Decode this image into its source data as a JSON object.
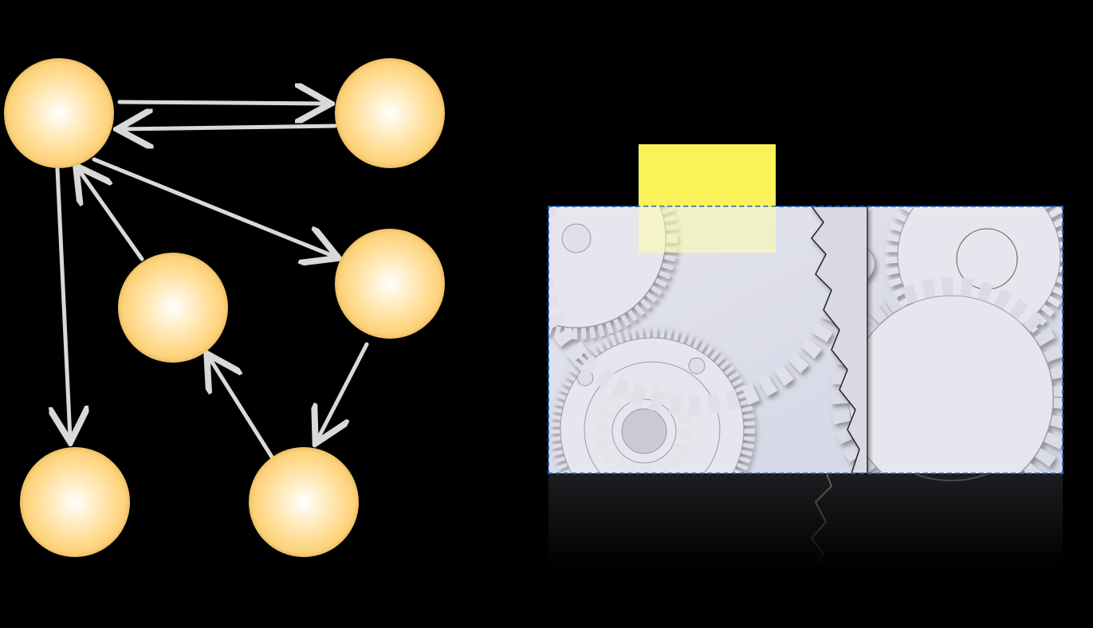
{
  "colors": {
    "background": "#000000",
    "node_fill": "#f6c35c",
    "arrow": "#d9d9d9",
    "sticky_note": "#fbf25a",
    "selection_border": "#1d5fb3",
    "gear_panel": "#dfe1ea"
  },
  "diagram": {
    "nodes": [
      "node-a",
      "node-b",
      "node-c",
      "node-d",
      "node-e",
      "node-f"
    ],
    "edges": [
      {
        "from": "node-a",
        "to": "node-b"
      },
      {
        "from": "node-b",
        "to": "node-a"
      },
      {
        "from": "node-a",
        "to": "node-d"
      },
      {
        "from": "node-c",
        "to": "node-a"
      },
      {
        "from": "node-a",
        "to": "node-e"
      },
      {
        "from": "node-d",
        "to": "node-f"
      },
      {
        "from": "node-f",
        "to": "node-c"
      }
    ]
  },
  "image_panel": {
    "content": "gears-image",
    "selected": true
  },
  "sticky_note": {
    "text": ""
  }
}
